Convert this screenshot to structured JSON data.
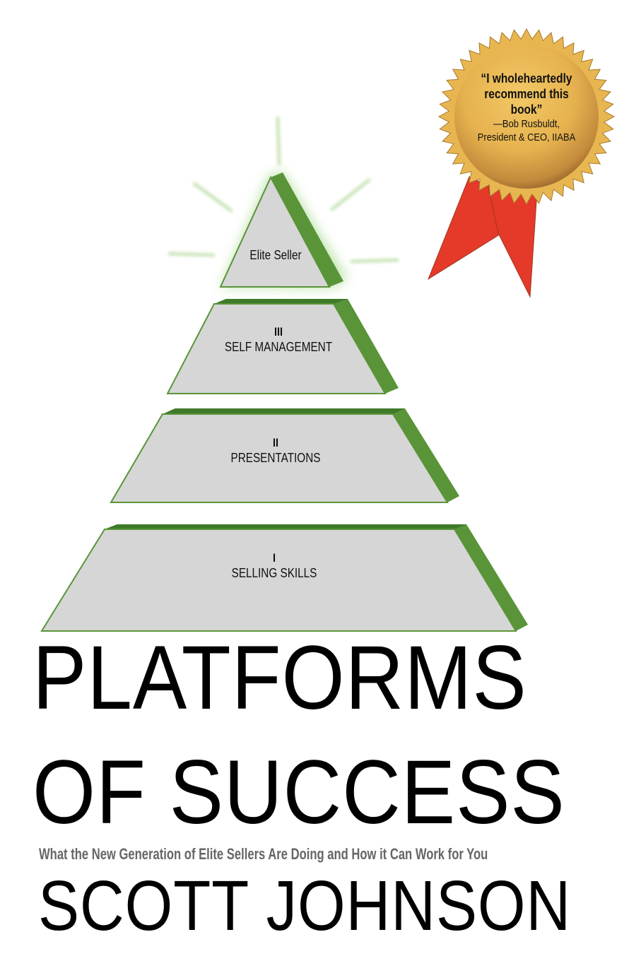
{
  "cover": {
    "title_line1": "PLATFORMS",
    "title_line2": "OF SUCCESS",
    "subtitle": "What the New Generation of Elite Sellers Are Doing and How it Can Work for You",
    "author": "SCOTT JOHNSON"
  },
  "pyramid": {
    "apex": {
      "label": "Elite Seller"
    },
    "tiers": [
      {
        "number": "III",
        "label": "SELF MANAGEMENT"
      },
      {
        "number": "II",
        "label": "PRESENTATIONS"
      },
      {
        "number": "I",
        "label": "SELLING SKILLS"
      }
    ],
    "colors": {
      "face": "#d6d6d6",
      "side": "#5a9438",
      "top_edge": "#3f7a2a",
      "glow": "#a8d48a"
    }
  },
  "seal": {
    "quote_line1": "“I wholeheartedly",
    "quote_line2": "recommend this",
    "quote_line3": "book”",
    "attribution_line1": "—Bob Rusbuldt,",
    "attribution_line2": "President & CEO, IIABA",
    "colors": {
      "gold": "#e8b650",
      "gold_dark": "#9a6a2a",
      "ribbon": "#e5392a"
    }
  }
}
